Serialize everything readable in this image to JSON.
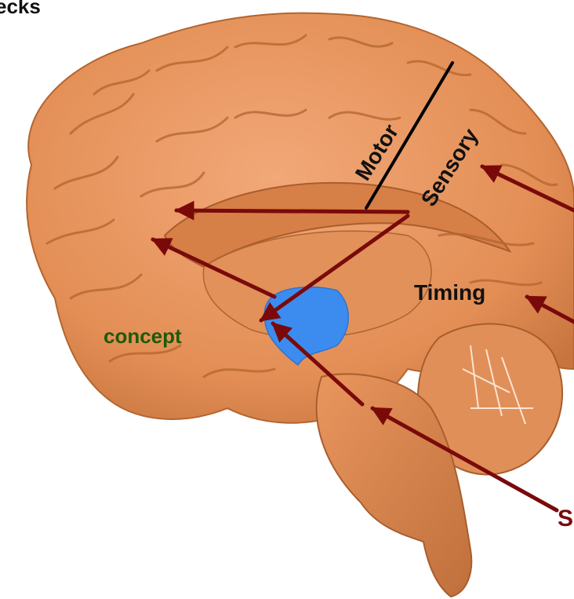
{
  "labels": {
    "top_left_partial": "ecks",
    "motor": "Motor",
    "sensory": "Sensory",
    "timing": "Timing",
    "concept": "concept",
    "bottom_right_partial": "S"
  },
  "colors": {
    "brain": "#E8955E",
    "brain_shadow": "#B86B3C",
    "brain_dark": "#9A5128",
    "highlight_region": "#3C8CF0",
    "arrow": "#7A0A0A",
    "text_dark": "#111111",
    "text_concept": "#1E5A0A"
  }
}
